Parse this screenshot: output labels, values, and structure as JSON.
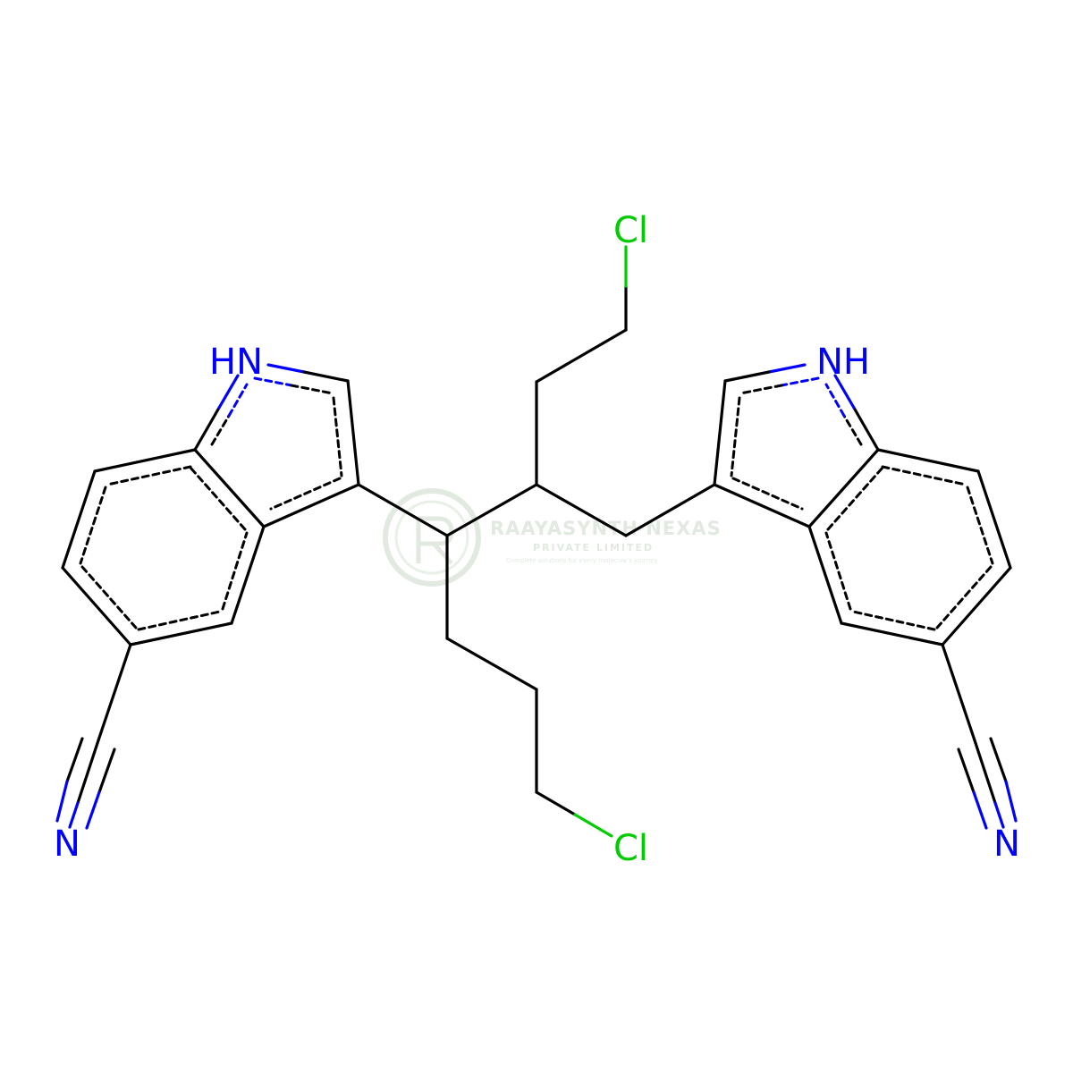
{
  "molecule": {
    "atom_labels": {
      "nh_left": "HN",
      "nh_right": "NH",
      "cl_top": "Cl",
      "cl_bottom": "Cl",
      "n_nitrile_left": "N",
      "n_nitrile_right": "N"
    },
    "colors": {
      "bond": "#000000",
      "nitrogen": "#0000ff",
      "chlorine": "#00cc00"
    }
  },
  "watermark": {
    "company": "RAAYASYNTH NEXAS",
    "subtitle": "PRIVATE LIMITED",
    "tagline": "Complete solutions for every molecule's journey",
    "color": "#c9d8c9"
  }
}
